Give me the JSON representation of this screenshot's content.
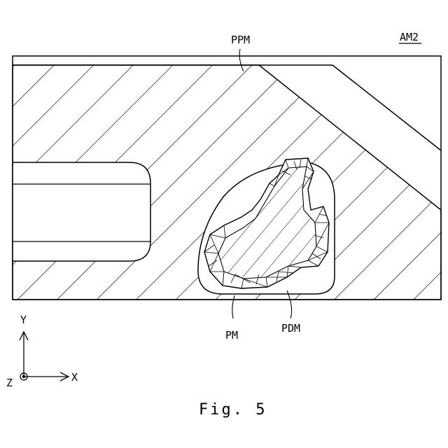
{
  "figure": {
    "caption": "Fig. 5",
    "callouts": {
      "top_right": "AM2",
      "outer_member": "PPM",
      "particle": "PM",
      "pad": "PDM"
    },
    "axes": {
      "vertical": "Y",
      "horizontal": "X",
      "out_of_plane": "Z"
    }
  }
}
